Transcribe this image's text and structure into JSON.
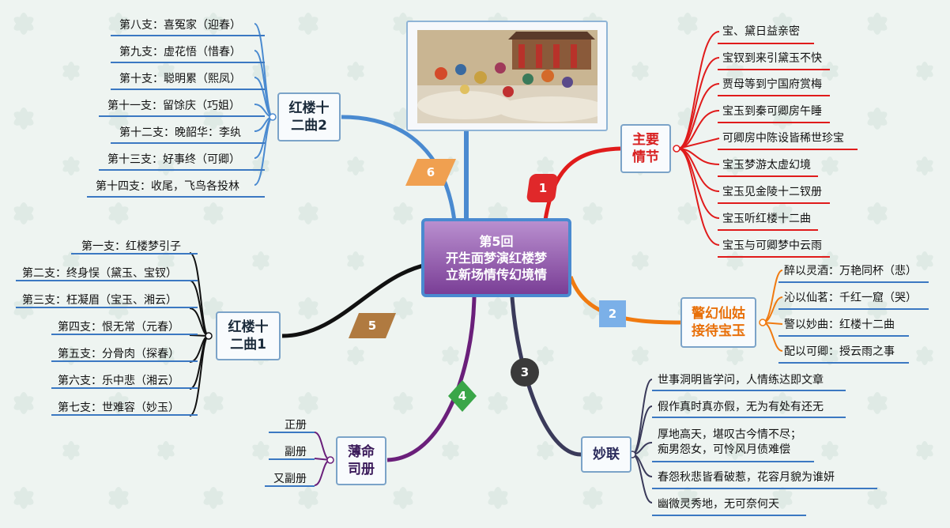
{
  "center": {
    "line1": "第5回",
    "line2": "开生面梦演红楼梦",
    "line3": "立新场情传幻境情"
  },
  "branches": {
    "b1": {
      "number": "1",
      "title_line1": "主要",
      "title_line2": "情节",
      "color": "#e01b1b",
      "items": [
        "宝、黛日益亲密",
        "宝钗到来引黛玉不快",
        "贾母等到宁国府赏梅",
        "宝玉到秦可卿房午睡",
        "可卿房中陈设皆稀世珍宝",
        "宝玉梦游太虚幻境",
        "宝玉见金陵十二钗册",
        "宝玉听红楼十二曲",
        "宝玉与可卿梦中云雨"
      ]
    },
    "b2": {
      "number": "2",
      "title_line1": "警幻仙姑",
      "title_line2": "接待宝玉",
      "color": "#f07a10",
      "items": [
        "醉以灵酒：万艳同杯（悲）",
        "沁以仙茗：千红一窟（哭）",
        "警以妙曲：红楼十二曲",
        "配以可卿：授云雨之事"
      ]
    },
    "b3": {
      "number": "3",
      "title": "妙联",
      "color": "#3a3a5a",
      "items": [
        "世事洞明皆学问，人情练达即文章",
        "假作真时真亦假，无为有处有还无",
        "厚地高天，堪叹古今情不尽；",
        "痴男怨女，可怜风月债难偿",
        "春怨秋悲皆看破惹，花容月貌为谁妍",
        "幽微灵秀地，无可奈何天"
      ]
    },
    "b4": {
      "number": "4",
      "title_line1": "薄命",
      "title_line2": "司册",
      "color": "#6a1f7a",
      "items": [
        "正册",
        "副册",
        "又副册"
      ]
    },
    "b5": {
      "number": "5",
      "title_line1": "红楼十",
      "title_line2": "二曲1",
      "color": "#111111",
      "items": [
        "第一支：红楼梦引子",
        "第二支：终身悮（黛玉、宝钗）",
        "第三支：枉凝眉（宝玉、湘云）",
        "第四支：恨无常（元春）",
        "第五支：分骨肉（探春）",
        "第六支：乐中悲（湘云）",
        "第七支：世难容（妙玉）"
      ]
    },
    "b6": {
      "number": "6",
      "title_line1": "红楼十",
      "title_line2": "二曲2",
      "color": "#4a8ad0",
      "items": [
        "第八支：喜冤家（迎春）",
        "第九支：虚花悟（惜春）",
        "第十支：聪明累（熙凤）",
        "第十一支：留馀庆（巧姐）",
        "第十二支：晚韶华：李纨",
        "第十三支：好事终（可卿）",
        "第十四支：收尾，飞鸟各投林"
      ]
    }
  }
}
